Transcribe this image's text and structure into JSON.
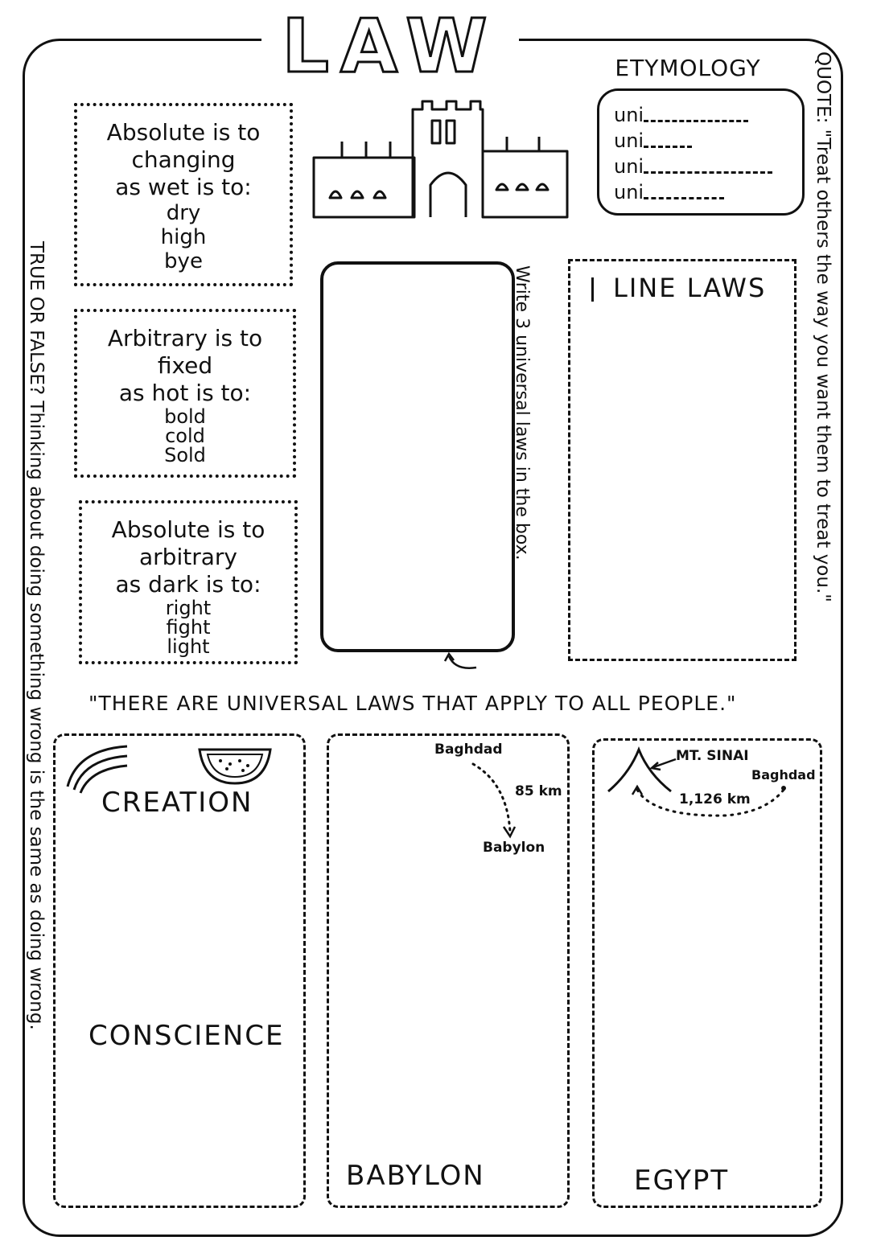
{
  "title": "LAW",
  "etymology": {
    "heading": "ETYMOLOGY",
    "items": [
      "uni",
      "uni",
      "uni",
      "uni"
    ]
  },
  "quote": "QUOTE: \"Treat others the way you want them to treat you.\"",
  "true_false": "TRUE OR FALSE? Thinking about doing something wrong is the same as doing wrong.",
  "analogies": [
    {
      "line1": "Absolute is to",
      "line2": "changing",
      "line3": "as wet is to:",
      "options": [
        "dry",
        "high",
        "bye"
      ]
    },
    {
      "line1": "Arbitrary is to",
      "line2": "fixed",
      "line3": "as hot is to:",
      "options": [
        "bold",
        "cold",
        "Sold"
      ]
    },
    {
      "line1": "Absolute is to",
      "line2": "arbitrary",
      "line3": "as dark is to:",
      "options": [
        "right",
        "fight",
        "light"
      ]
    }
  ],
  "universal_prompt": "Write 3 universal laws in the box.",
  "line_laws": "LINE LAWS",
  "statement": "\"THERE ARE UNIVERSAL LAWS THAT APPLY TO ALL PEOPLE.\"",
  "panels": {
    "creation": "CREATION",
    "conscience": "CONSCIENCE",
    "babylon": "BABYLON",
    "egypt": "EGYPT"
  },
  "map_babylon": {
    "from": "Baghdad",
    "distance": "85 km",
    "to": "Babylon"
  },
  "map_egypt": {
    "mountain": "MT. SINAI",
    "distance": "1,126 km",
    "to": "Baghdad"
  }
}
